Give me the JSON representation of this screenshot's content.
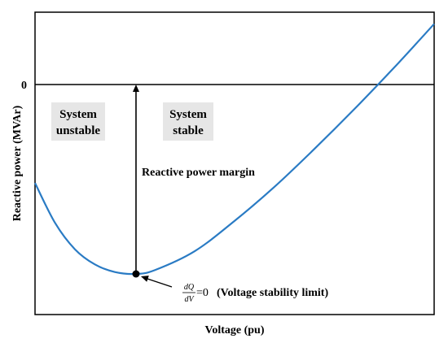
{
  "chart_data": {
    "type": "line",
    "xlabel": "Voltage (pu)",
    "ylabel": "Reactive power (MVAr)",
    "y_tick_label": "0",
    "grid": false,
    "colors": {
      "curve": "#2a7bc4",
      "axes": "#000000",
      "box": "#e6e6e6"
    },
    "curve_points": [
      {
        "x": 0.0,
        "y": -0.52
      },
      {
        "x": 0.05,
        "y": -0.73
      },
      {
        "x": 0.1,
        "y": -0.87
      },
      {
        "x": 0.15,
        "y": -0.95
      },
      {
        "x": 0.2,
        "y": -0.99
      },
      {
        "x": 0.253,
        "y": -1.0
      },
      {
        "x": 0.3,
        "y": -0.98
      },
      {
        "x": 0.4,
        "y": -0.88
      },
      {
        "x": 0.5,
        "y": -0.72
      },
      {
        "x": 0.6,
        "y": -0.54
      },
      {
        "x": 0.7,
        "y": -0.34
      },
      {
        "x": 0.8,
        "y": -0.13
      },
      {
        "x": 0.9,
        "y": 0.09
      },
      {
        "x": 1.0,
        "y": 0.32
      }
    ],
    "min_point": {
      "x": 0.253,
      "y": -1.0
    },
    "annotations": {
      "unstable_line1": "System",
      "unstable_line2": "unstable",
      "stable_line1": "System",
      "stable_line2": "stable",
      "margin": "Reactive power margin",
      "dq_num": "dQ",
      "dq_den": "dV",
      "limit_eq": "=0",
      "limit_text": "(Voltage stability limit)"
    }
  }
}
